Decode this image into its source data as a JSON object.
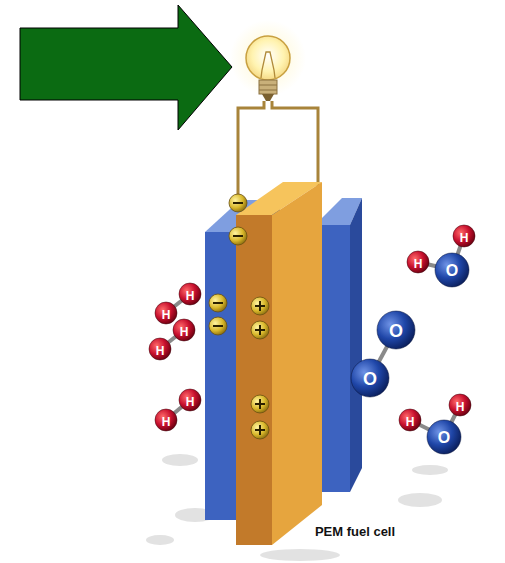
{
  "diagram": {
    "caption": "PEM fuel cell",
    "labels": [
      "H",
      "H",
      "H",
      "H",
      "H",
      "H",
      "H",
      "O",
      "H",
      "O",
      "O",
      "H",
      "O",
      "H"
    ]
  }
}
